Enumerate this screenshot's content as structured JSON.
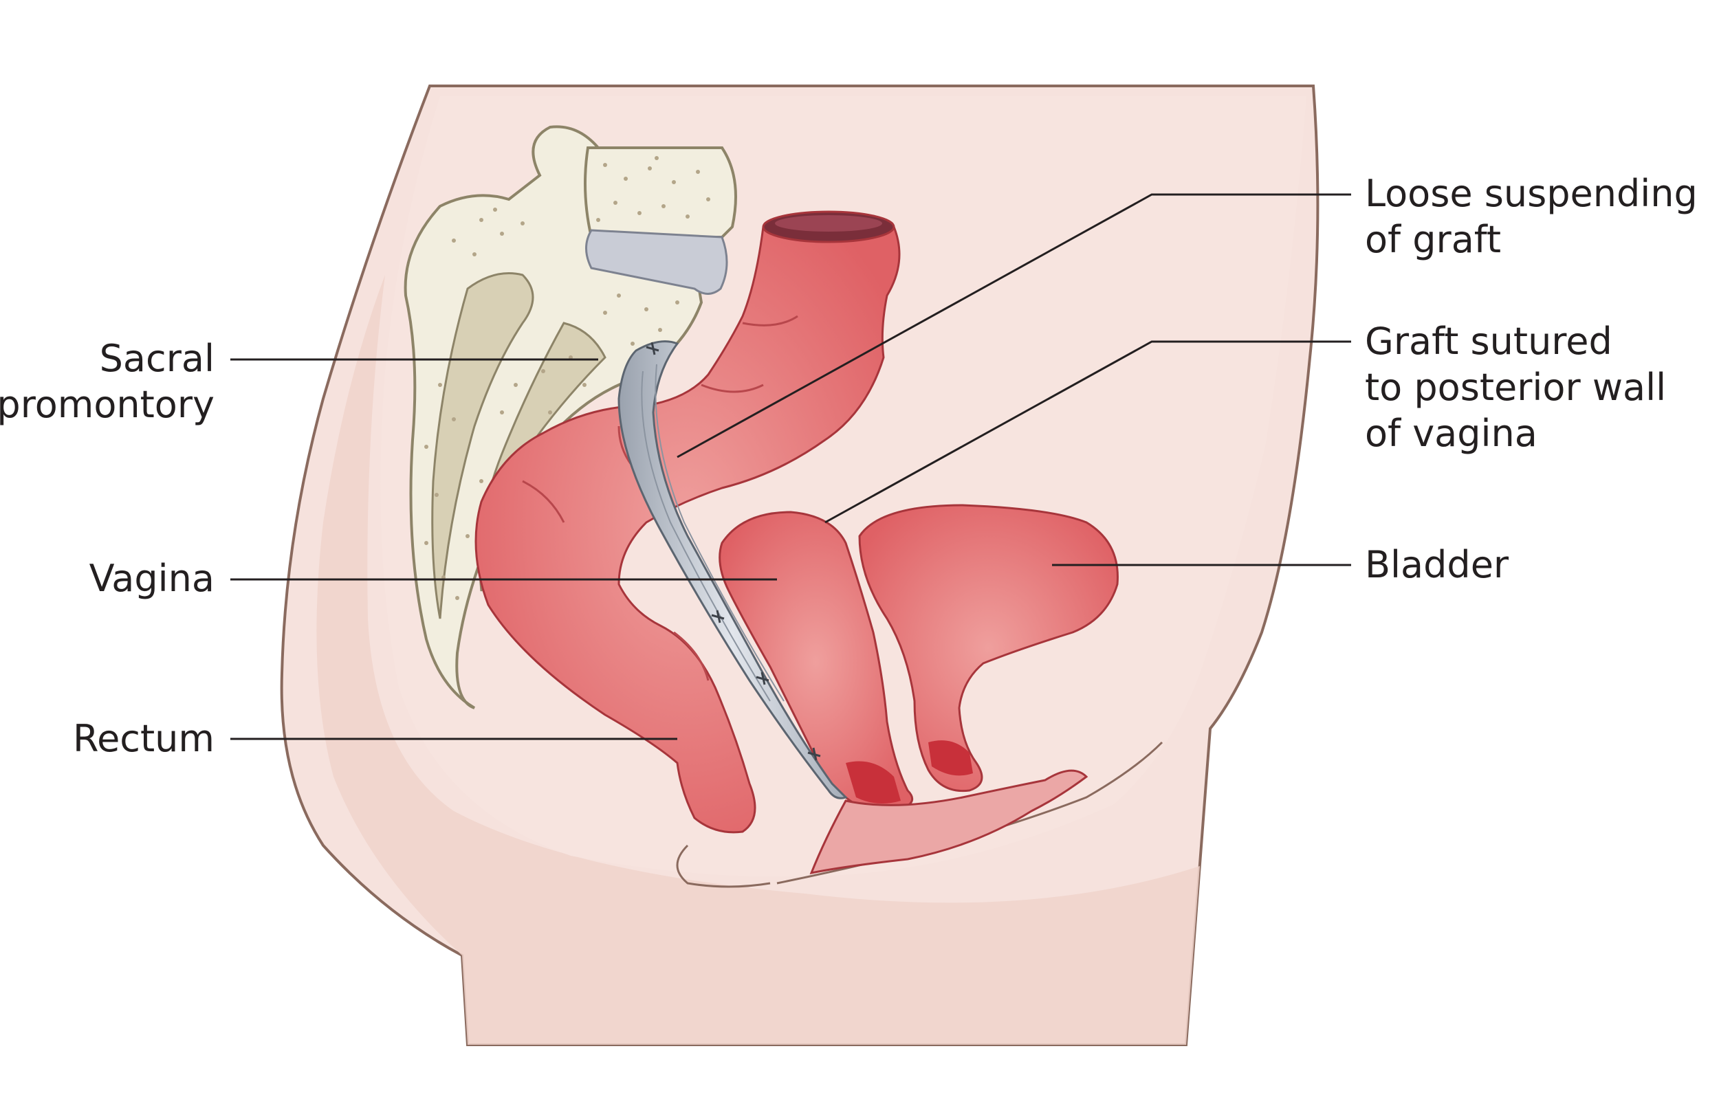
{
  "labels": {
    "sacral_promontory": [
      "Sacral",
      "promontory"
    ],
    "vagina": "Vagina",
    "rectum": "Rectum",
    "loose_suspending": [
      "Loose suspending",
      "of graft"
    ],
    "graft_sutured": [
      "Graft sutured",
      "to posterior wall",
      "of vagina"
    ],
    "bladder": "Bladder"
  },
  "colors": {
    "body_fill": "#f6e2dd",
    "body_shade": "#eed1c9",
    "outline": "#8a6a5e",
    "bone": "#f2eedf",
    "bone_stroke": "#8d8468",
    "disc": "#c9ccd6",
    "organ": "#df6567",
    "organ_light": "#eb8f8e",
    "organ_stroke": "#a7353b",
    "graft": "#b7bec9",
    "graft_stroke": "#5c6570",
    "text": "#231f20"
  }
}
